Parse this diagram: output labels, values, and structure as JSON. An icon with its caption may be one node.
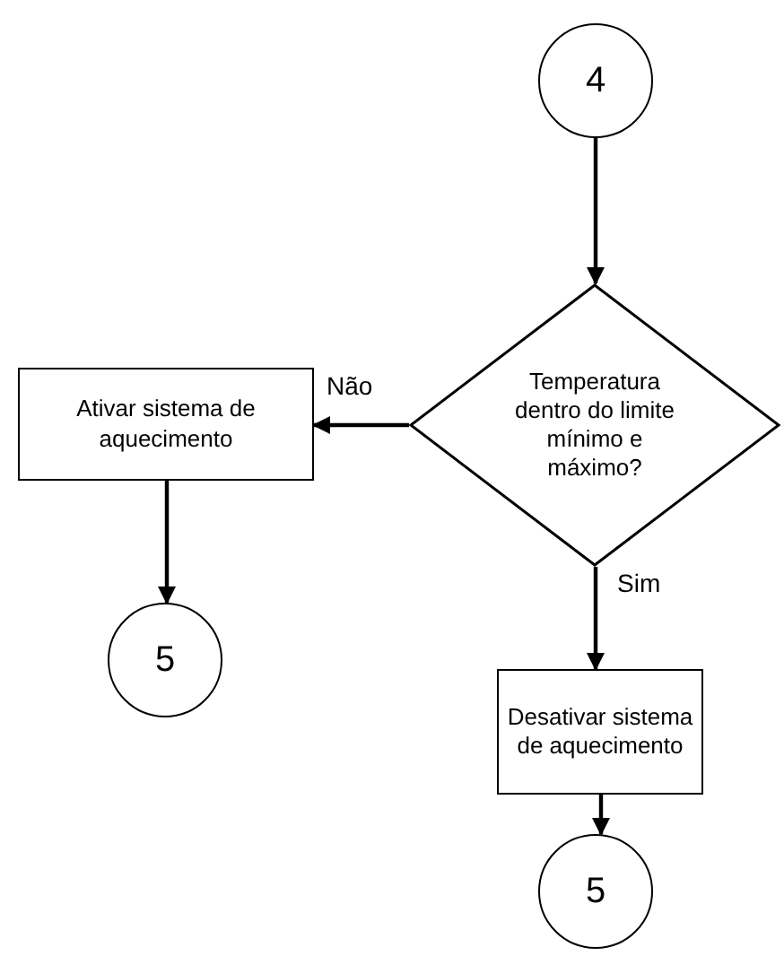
{
  "diagram": {
    "nodes": [
      {
        "text": [
          "4"
        ]
      },
      {
        "text": [
          "Temperatura dentro do limite mínimo e máximo?"
        ]
      },
      {
        "text": [
          "Ativar sistema de aquecimento"
        ]
      },
      {
        "text": [
          "5"
        ]
      },
      {
        "text": [
          "Desativar sistema de aquecimento"
        ]
      },
      {
        "text": [
          "5"
        ]
      }
    ],
    "edges": [
      {
        "from": 0,
        "to": 1,
        "arrow": "to"
      },
      {
        "from": 1,
        "to": 2,
        "arrow": "to",
        "label": "Não"
      },
      {
        "from": 2,
        "to": 3,
        "arrow": "to"
      },
      {
        "from": 1,
        "to": 4,
        "arrow": "to",
        "label": "Sim"
      },
      {
        "from": 4,
        "to": 5,
        "arrow": "to"
      }
    ]
  }
}
